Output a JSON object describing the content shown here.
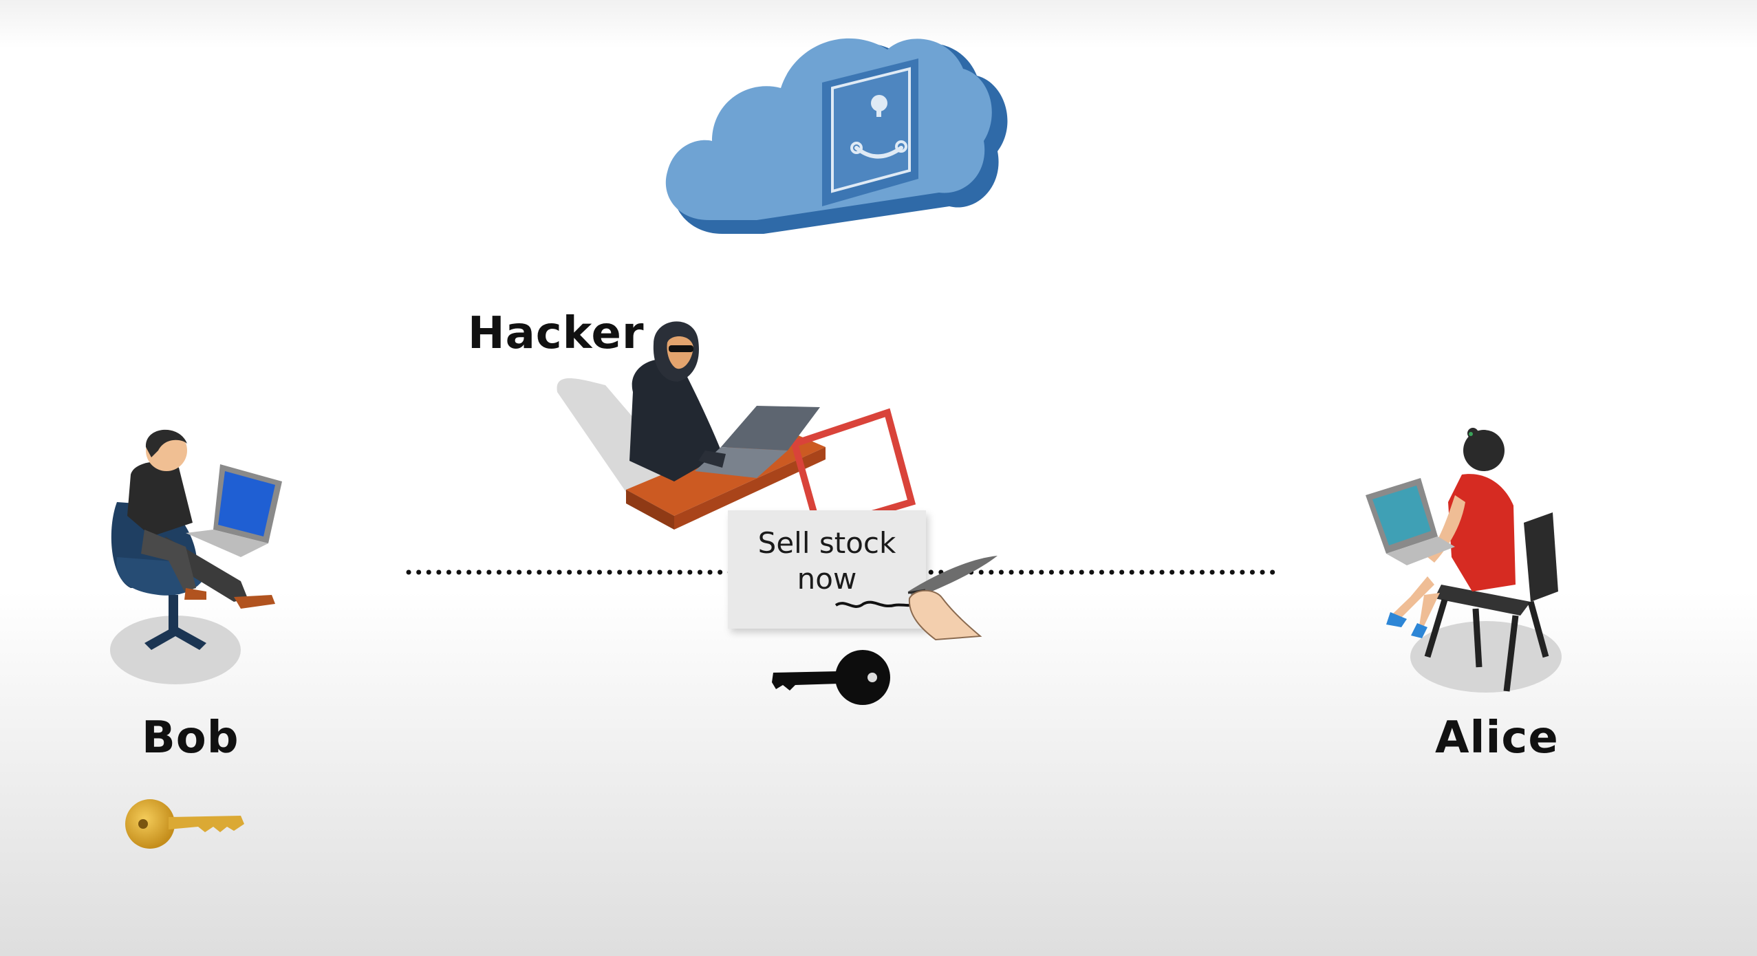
{
  "labels": {
    "hacker": "Hacker",
    "bob": "Bob",
    "alice": "Alice"
  },
  "message": {
    "line1": "Sell stock",
    "line2": "now"
  },
  "icons": {
    "cloud": "cloud-vault-icon",
    "bob_key": "gold-key-icon",
    "hacker_key": "black-key-icon",
    "signature": "quill-signature-icon"
  },
  "colors": {
    "cloud": "#4e86c0",
    "bob_key": "#d8a328",
    "hacker_key": "#0d0d0d",
    "hacker_desk": "#c4561f",
    "alice_dress": "#d62b22",
    "background": "#ffffff"
  }
}
